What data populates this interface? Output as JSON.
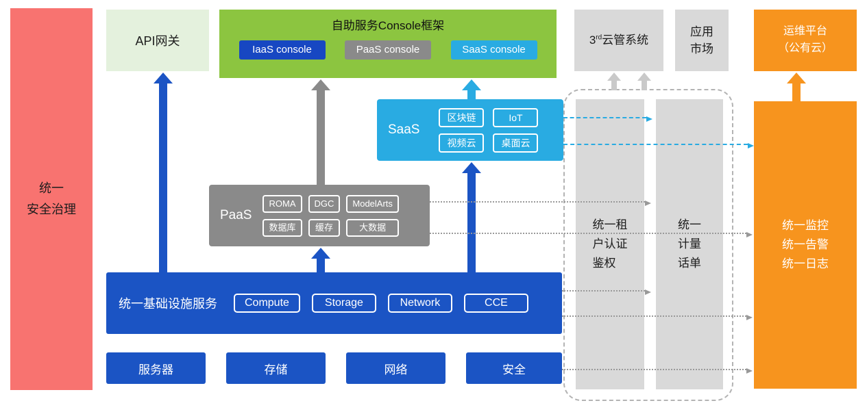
{
  "colors": {
    "red": "#f87370",
    "lightgreen": "#e4f1dd",
    "green": "#8cc540",
    "blue": "#1b54c4",
    "deepblue": "#1747c2",
    "cyan": "#29abe2",
    "gray": "#8a8a8a",
    "lightgray": "#d9d9d9",
    "orange": "#f7941e",
    "connector": "#999999",
    "lightarrow": "#c9c9c9"
  },
  "security_bar": {
    "label": "统一\n安全治理"
  },
  "api_gateway": {
    "label": "API网关"
  },
  "console_framework": {
    "title": "自助服务Console框架",
    "consoles": [
      {
        "label": "IaaS console"
      },
      {
        "label": "PaaS console"
      },
      {
        "label": "SaaS console"
      }
    ]
  },
  "third_party_cloud": {
    "num": "3",
    "sup": "rd",
    "rest": "云管系统"
  },
  "app_market": {
    "label": "应用\n市场"
  },
  "ops_platform": {
    "label": "运维平台\n（公有云）"
  },
  "saas": {
    "label": "SaaS",
    "items": [
      "区块链",
      "IoT",
      "视频云",
      "桌面云"
    ]
  },
  "paas": {
    "label": "PaaS",
    "items": [
      "ROMA",
      "DGC",
      "ModelArts",
      "数据库",
      "缓存",
      "大数据"
    ]
  },
  "infrastructure": {
    "label": "统一基础设施服务",
    "items": [
      "Compute",
      "Storage",
      "Network",
      "CCE"
    ]
  },
  "hardware": {
    "items": [
      "服务器",
      "存储",
      "网络",
      "安全"
    ]
  },
  "auth_bar": {
    "label": "统一租\n户认证\n鉴权"
  },
  "metering_bar": {
    "label": "统一\n计量\n话单"
  },
  "monitoring_bar": {
    "label": "统一监控\n统一告警\n统一日志"
  }
}
